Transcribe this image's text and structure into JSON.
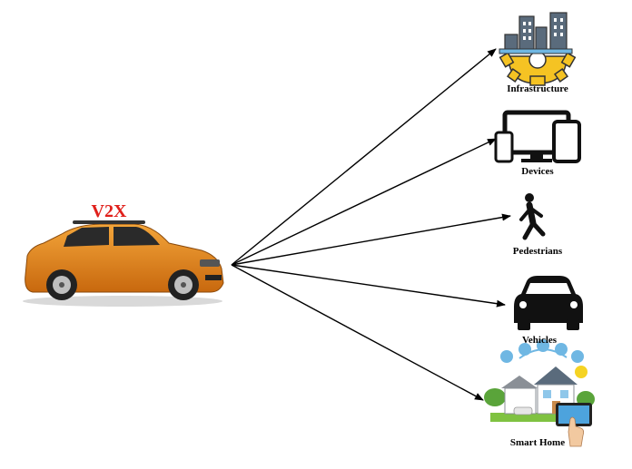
{
  "title": {
    "text": "V2X",
    "color": "#e0201b"
  },
  "colors": {
    "car_body": "#e8871c",
    "arrow": "#000000",
    "gear": "#f5c323",
    "city": "#5a6b7c",
    "sky": "#6fb7e3",
    "grass": "#7fc241"
  },
  "source": {
    "icon": "car-icon"
  },
  "targets": [
    {
      "label": "Infrastructure",
      "icon": "infrastructure-icon"
    },
    {
      "label": "Devices",
      "icon": "devices-icon"
    },
    {
      "label": "Pedestrians",
      "icon": "pedestrian-icon"
    },
    {
      "label": "Vehicles",
      "icon": "vehicle-icon"
    },
    {
      "label": "Smart Home",
      "icon": "smart-home-icon"
    }
  ]
}
